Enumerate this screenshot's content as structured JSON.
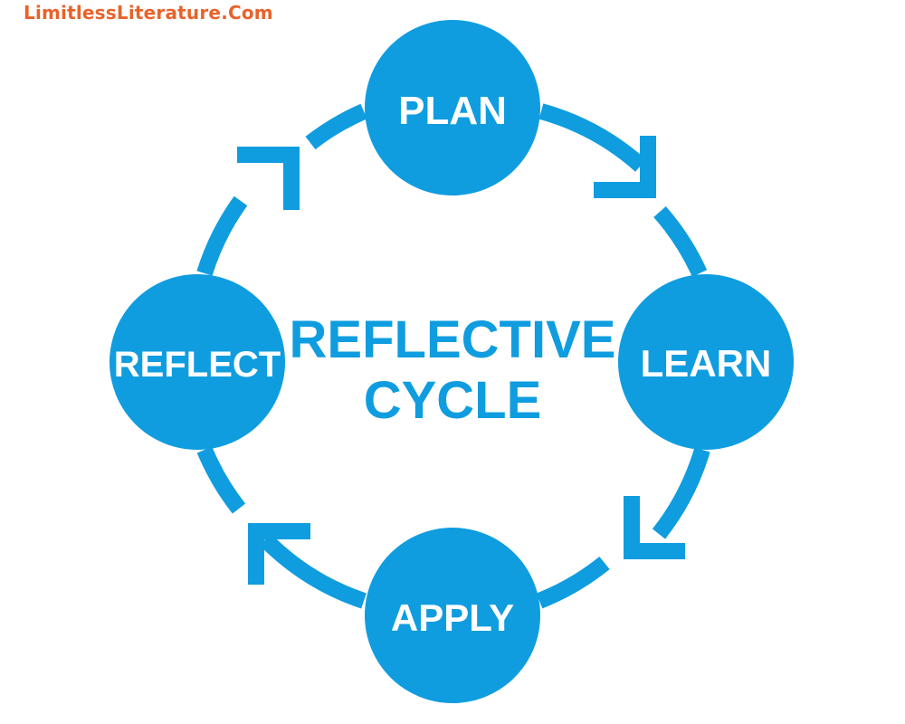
{
  "watermark": "LimitlessLiterature.Com",
  "center_title": {
    "line1": "REFLECTIVE",
    "line2": "CYCLE"
  },
  "nodes": {
    "plan": "PLAN",
    "learn": "LEARN",
    "apply": "APPLY",
    "reflect": "REFLECT"
  },
  "colors": {
    "primary_blue": "#0f9de0",
    "watermark_orange": "#e8632a",
    "background": "#ffffff"
  }
}
